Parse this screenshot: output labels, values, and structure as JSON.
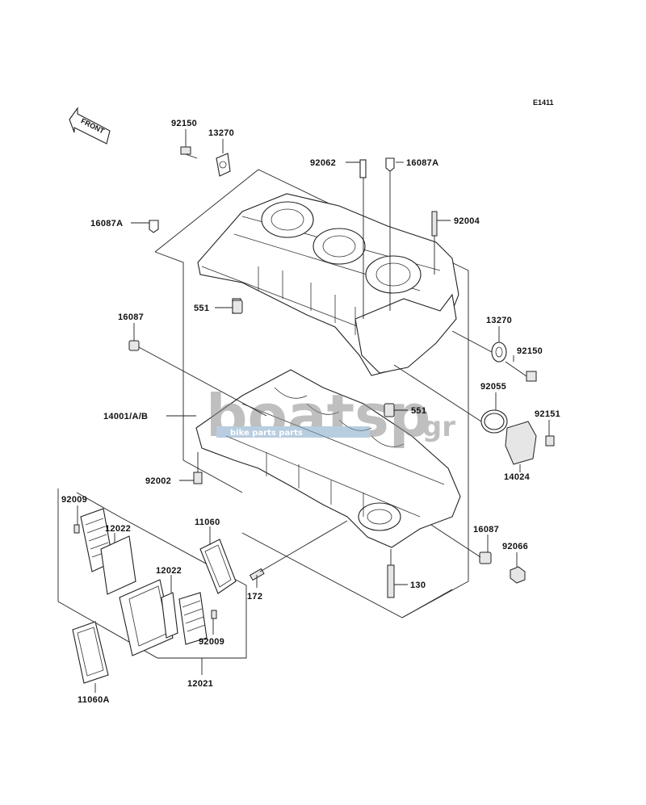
{
  "diagram_code": "E1411",
  "front_label": "FRONT",
  "watermark": {
    "main": "boatsp",
    "suffix": ".gr",
    "tagline": "bike parts parts"
  },
  "parts": {
    "p92150_top": "92150",
    "p13270_top": "13270",
    "p92062": "92062",
    "p16087A_top": "16087A",
    "p16087A_left": "16087A",
    "p92004": "92004",
    "p551_top": "551",
    "p16087_left": "16087",
    "p13270_right": "13270",
    "p92150_right": "92150",
    "p92055": "92055",
    "p551_mid": "551",
    "p14001": "14001/A/B",
    "p92151": "92151",
    "p14024": "14024",
    "p92002": "92002",
    "p92009_top": "92009",
    "p12022_a": "12022",
    "p11060": "11060",
    "p12022_b": "12022",
    "p16087_right": "16087",
    "p92066": "92066",
    "p172": "172",
    "p130": "130",
    "p92009_bot": "92009",
    "p12021": "12021",
    "p11060A": "11060A"
  }
}
